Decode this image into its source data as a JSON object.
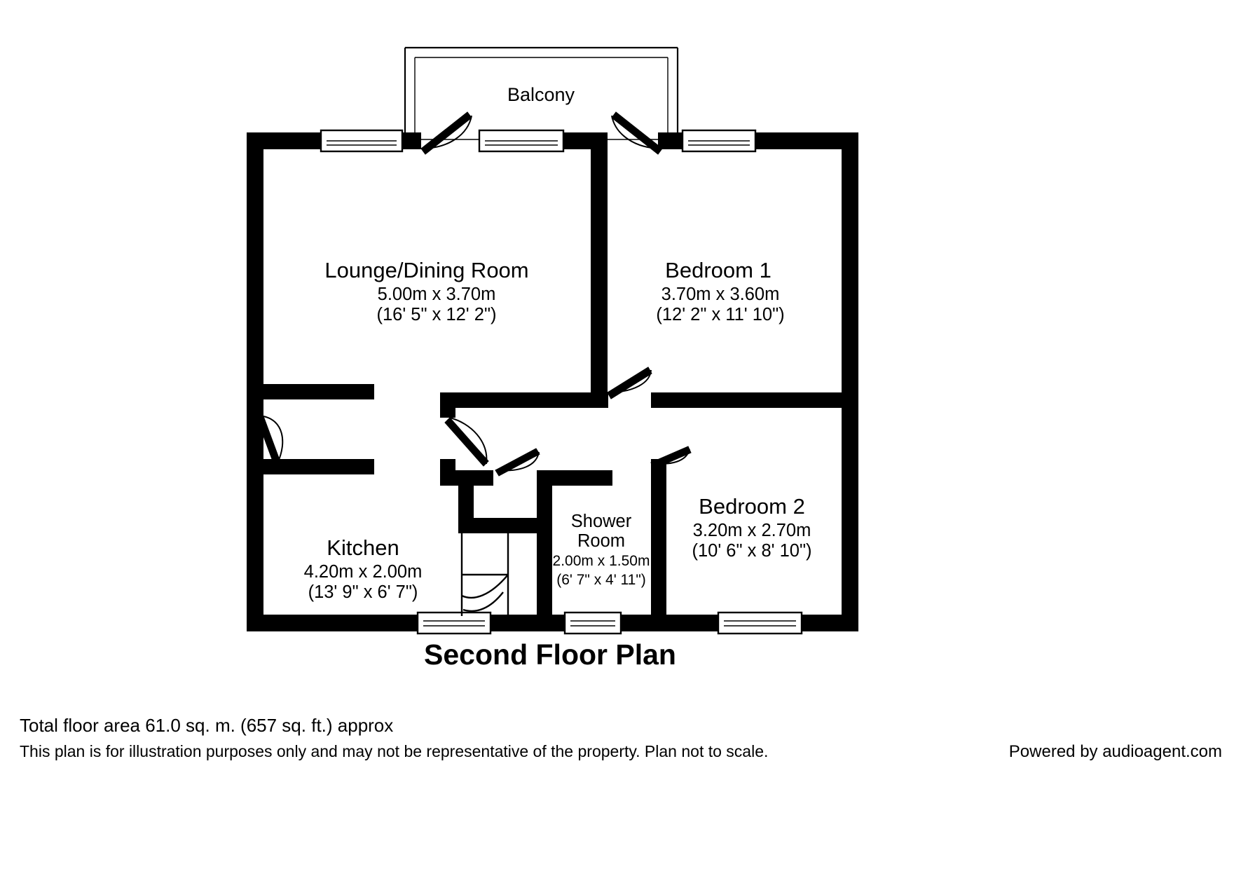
{
  "plan": {
    "title": "Second Floor Plan",
    "balcony_label": "Balcony",
    "rooms": [
      {
        "key": "lounge",
        "name": "Lounge/Dining Room",
        "dim_metric": "5.00m x 3.70m",
        "dim_imperial": "(16' 5\" x 12' 2\")"
      },
      {
        "key": "bedroom1",
        "name": "Bedroom 1",
        "dim_metric": "3.70m x 3.60m",
        "dim_imperial": "(12' 2\" x 11' 10\")"
      },
      {
        "key": "bedroom2",
        "name": "Bedroom 2",
        "dim_metric": "3.20m x 2.70m",
        "dim_imperial": "(10' 6\" x 8' 10\")"
      },
      {
        "key": "kitchen",
        "name": "Kitchen",
        "dim_metric": "4.20m x 2.00m",
        "dim_imperial": "(13' 9\" x 6' 7\")"
      },
      {
        "key": "shower",
        "name_line1": "Shower",
        "name_line2": "Room",
        "dim_metric": "2.00m x 1.50m",
        "dim_imperial": "(6' 7\" x 4' 11\")"
      }
    ]
  },
  "footer": {
    "total_area": "Total floor area 61.0 sq. m. (657 sq. ft.) approx",
    "disclaimer": "This plan is for illustration purposes only and may not be representative of the property. Plan not to scale.",
    "brand": "Powered by audioagent.com"
  },
  "colors": {
    "wall": "#000000",
    "background": "#ffffff",
    "text": "#000000"
  }
}
